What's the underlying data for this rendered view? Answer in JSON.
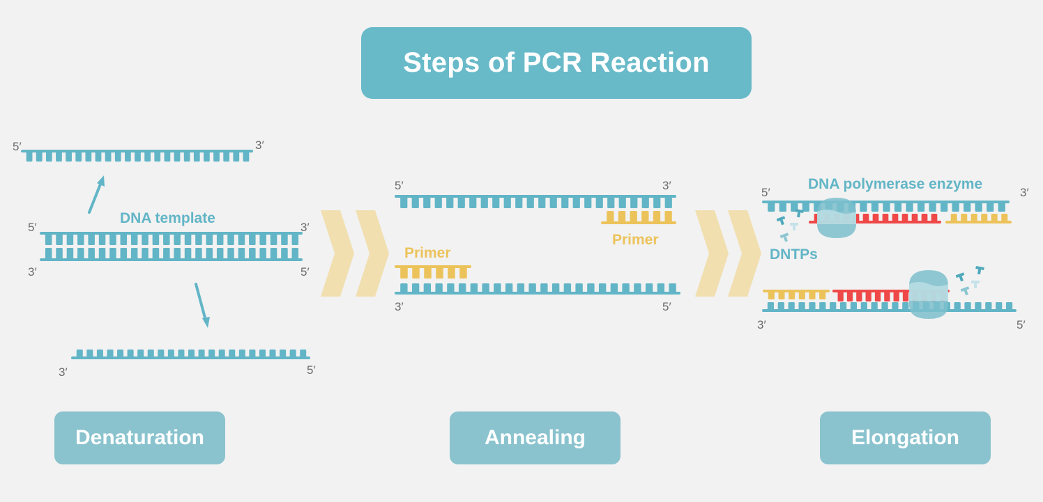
{
  "title": "Steps of PCR Reaction",
  "colors": {
    "background": "#f2f2f2",
    "strand_teal": "#62b5c6",
    "primer_yellow": "#ecc35b",
    "new_strand_red": "#ef4848",
    "chevron": "#f1dfb0",
    "title_box": "#69bac9",
    "step_box": "#8ac3ce",
    "enzyme": "#7dbfcc"
  },
  "steps": [
    {
      "label": "Denaturation"
    },
    {
      "label": "Annealing"
    },
    {
      "label": "Elongation"
    }
  ],
  "denaturation": {
    "template_label": "DNA template",
    "top_strand": {
      "left_end": "5′",
      "right_end": "3′"
    },
    "double_strand": {
      "top_left": "5′",
      "top_right": "3′",
      "bottom_left": "3′",
      "bottom_right": "5′"
    },
    "bottom_strand": {
      "left_end": "3′",
      "right_end": "5′"
    }
  },
  "annealing": {
    "top_strand": {
      "left_end": "5′",
      "right_end": "3′"
    },
    "bottom_strand": {
      "left_end": "3′",
      "right_end": "5′"
    },
    "primer_top_label": "Primer",
    "primer_bottom_label": "Primer"
  },
  "elongation": {
    "enzyme_label": "DNA polymerase enzyme",
    "dntps_label": "DNTPs",
    "top_strand": {
      "left_end": "5′",
      "right_end": "3′"
    },
    "bottom_strand": {
      "left_end": "3′",
      "right_end": "5′"
    }
  }
}
